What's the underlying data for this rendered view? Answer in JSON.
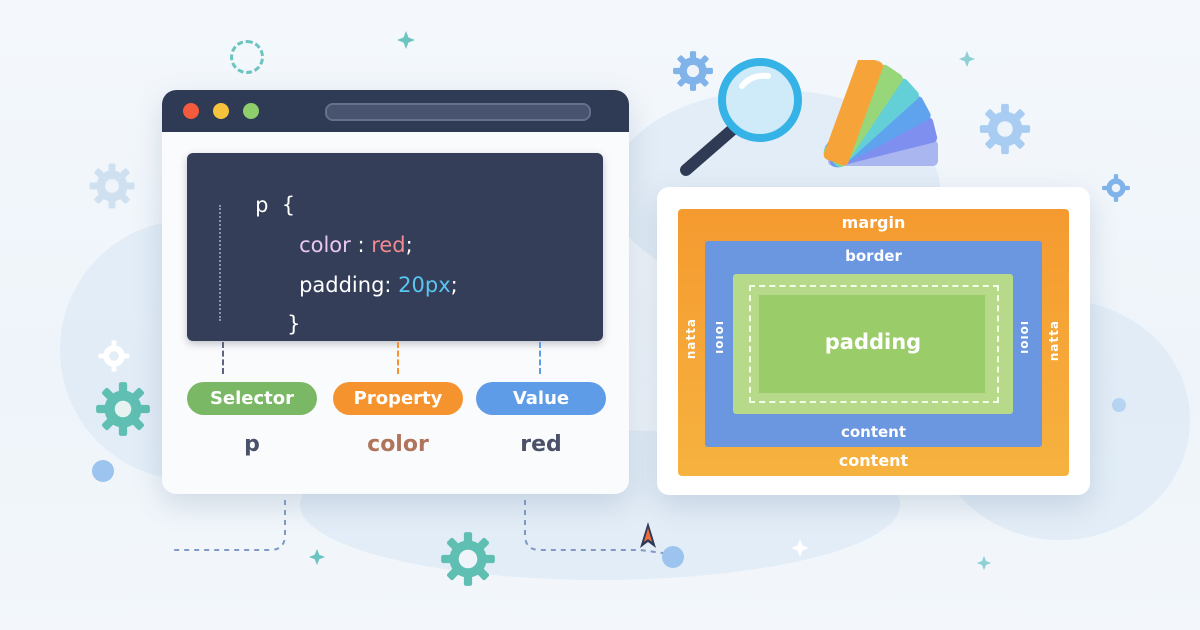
{
  "code": {
    "selector": "p",
    "open_brace": "{",
    "close_brace": "}",
    "declarations": [
      {
        "property": "color",
        "colon": " : ",
        "value": "red",
        "semicolon": ";"
      },
      {
        "property": "padding",
        "colon": ": ",
        "value": "20px",
        "semicolon": ";"
      }
    ]
  },
  "parts": [
    {
      "label": "Selector",
      "example": "p",
      "color": "#7ab865",
      "example_color": "#4a5168"
    },
    {
      "label": "Property",
      "example": "color",
      "color": "#f5932f",
      "example_color": "#b0745d"
    },
    {
      "label": "Value",
      "example": "red",
      "color": "#5e9ce8",
      "example_color": "#4a5168"
    }
  ],
  "box_model": {
    "margin": "margin",
    "border": "border",
    "padding": "padding",
    "content_inner": "content",
    "content_outer": "content",
    "side_outer": "ɐʇʇɐu",
    "side_inner": "ıoıoı"
  },
  "colors": {
    "window_titlebar": "#2f3a55",
    "code_bg": "#353e59",
    "margin": "#f59a30",
    "border": "#6a97e0",
    "padding": "#9bcc6a",
    "dot_red": "#f35b3c",
    "dot_yellow": "#f6c33d",
    "dot_green": "#8fcf6b"
  },
  "icons": [
    "gear-icon",
    "magnifier-icon",
    "color-swatch-fan-icon",
    "sparkle-icon",
    "cursor-icon"
  ]
}
